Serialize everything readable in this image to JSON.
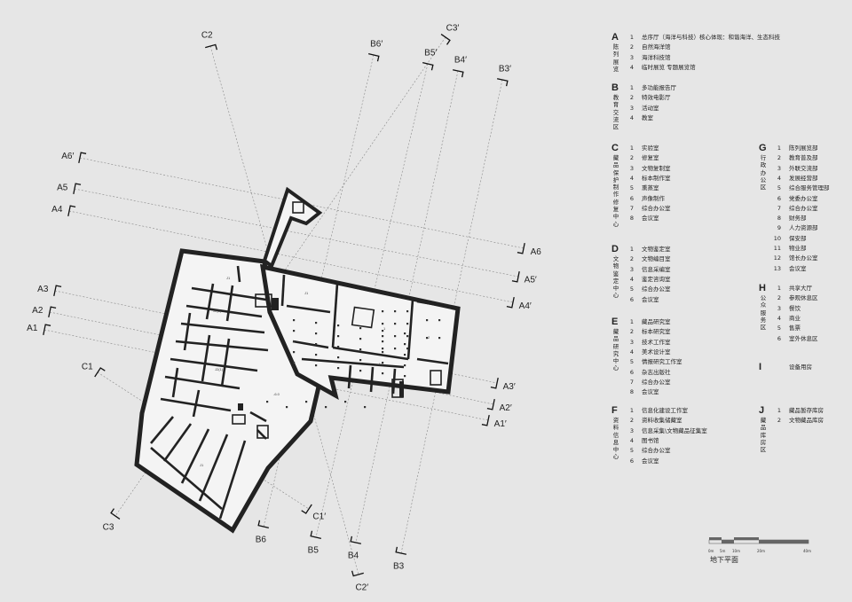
{
  "sections": [
    {
      "a": "C2",
      "b": "C2′"
    },
    {
      "a": "B6′",
      "b": "B6"
    },
    {
      "a": "C3′",
      "b": "C3"
    },
    {
      "a": "B5′",
      "b": "B5"
    },
    {
      "a": "B4′",
      "b": "B4"
    },
    {
      "a": "B3′",
      "b": "B3"
    },
    {
      "a": "A6′",
      "b": "A6"
    },
    {
      "a": "A5",
      "b": "A5′"
    },
    {
      "a": "A4",
      "b": "A4′"
    },
    {
      "a": "A3",
      "b": "A3′"
    },
    {
      "a": "A2",
      "b": "A2′"
    },
    {
      "a": "A1",
      "b": "A1′"
    },
    {
      "a": "C1",
      "b": "C1′"
    }
  ],
  "plan_labels": {
    "lbl_a": "-4.0",
    "lbl_b": "-6.0",
    "lbl_c": "J1",
    "lbl_d": "J2(2)",
    "lbl_e": "J2(1)",
    "lbl_f": "J1",
    "lbl_g": "J1",
    "lbl_h": "1",
    "lbl_i": "2"
  },
  "legend": [
    {
      "letter": "A",
      "name": "陈列展览",
      "items": [
        {
          "n": "1",
          "t": "总序厅（海洋与科技）核心体现：和谐海洋、生态科技"
        },
        {
          "n": "2",
          "t": "自然海洋馆"
        },
        {
          "n": "3",
          "t": "海洋科技馆"
        },
        {
          "n": "4",
          "t": "临时展览 专题展览馆"
        }
      ]
    },
    {
      "letter": "B",
      "name": "教育交流区",
      "items": [
        {
          "n": "1",
          "t": "多功能报告厅"
        },
        {
          "n": "2",
          "t": "特效电影厅"
        },
        {
          "n": "3",
          "t": "活动室"
        },
        {
          "n": "4",
          "t": "教室"
        }
      ]
    },
    {
      "letter": "C",
      "name": "藏品保护制作修复中心",
      "items": [
        {
          "n": "1",
          "t": "实验室"
        },
        {
          "n": "2",
          "t": "修复室"
        },
        {
          "n": "3",
          "t": "文物复制室"
        },
        {
          "n": "4",
          "t": "标本制作室"
        },
        {
          "n": "5",
          "t": "熏蒸室"
        },
        {
          "n": "6",
          "t": "声像制作"
        },
        {
          "n": "7",
          "t": "综合办公室"
        },
        {
          "n": "8",
          "t": "会议室"
        }
      ]
    },
    {
      "letter": "D",
      "name": "文物鉴定中心",
      "items": [
        {
          "n": "1",
          "t": "文物鉴定室"
        },
        {
          "n": "2",
          "t": "文物编目室"
        },
        {
          "n": "3",
          "t": "信息采编室"
        },
        {
          "n": "4",
          "t": "鉴定咨询室"
        },
        {
          "n": "5",
          "t": "综合办公室"
        },
        {
          "n": "6",
          "t": "会议室"
        }
      ]
    },
    {
      "letter": "E",
      "name": "藏品研究中心",
      "items": [
        {
          "n": "1",
          "t": "藏品研究室"
        },
        {
          "n": "2",
          "t": "标本研究室"
        },
        {
          "n": "3",
          "t": "技术工作室"
        },
        {
          "n": "4",
          "t": "美术设计室"
        },
        {
          "n": "5",
          "t": "情报研究工作室"
        },
        {
          "n": "6",
          "t": "杂志出版社"
        },
        {
          "n": "7",
          "t": "综合办公室"
        },
        {
          "n": "8",
          "t": "会议室"
        }
      ]
    },
    {
      "letter": "F",
      "name": "资料信息中心",
      "items": [
        {
          "n": "1",
          "t": "信息化建设工作室"
        },
        {
          "n": "2",
          "t": "资料收集储藏室"
        },
        {
          "n": "3",
          "t": "信息采集\\文物藏品征集室"
        },
        {
          "n": "4",
          "t": "图书馆"
        },
        {
          "n": "5",
          "t": "综合办公室"
        },
        {
          "n": "6",
          "t": "会议室"
        }
      ]
    },
    {
      "letter": "G",
      "name": "行政办公区",
      "items": [
        {
          "n": "1",
          "t": "陈列展览部"
        },
        {
          "n": "2",
          "t": "教育普及部"
        },
        {
          "n": "3",
          "t": "外联交流部"
        },
        {
          "n": "4",
          "t": "发展经营部"
        },
        {
          "n": "5",
          "t": "综合服务管理部"
        },
        {
          "n": "6",
          "t": "党委办公室"
        },
        {
          "n": "7",
          "t": "综合办公室"
        },
        {
          "n": "8",
          "t": "财务部"
        },
        {
          "n": "9",
          "t": "人力资源部"
        },
        {
          "n": "10",
          "t": "保安部"
        },
        {
          "n": "11",
          "t": "物业部"
        },
        {
          "n": "12",
          "t": "馆长办公室"
        },
        {
          "n": "13",
          "t": "会议室"
        }
      ]
    },
    {
      "letter": "H",
      "name": "公众服务区",
      "items": [
        {
          "n": "1",
          "t": "共享大厅"
        },
        {
          "n": "2",
          "t": "参观休息区"
        },
        {
          "n": "3",
          "t": "餐饮"
        },
        {
          "n": "4",
          "t": "商业"
        },
        {
          "n": "5",
          "t": "售票"
        },
        {
          "n": "6",
          "t": "室外休息区"
        }
      ]
    },
    {
      "letter": "I",
      "name": "",
      "items": [
        {
          "n": "",
          "t": "设备用房"
        }
      ]
    },
    {
      "letter": "J",
      "name": "藏品库房区",
      "items": [
        {
          "n": "1",
          "t": "藏品暂存库房"
        },
        {
          "n": "2",
          "t": "文物藏品库房"
        }
      ]
    }
  ],
  "scale": {
    "ticks": [
      "0m",
      "5m",
      "10m",
      "20m",
      "40m"
    ]
  },
  "caption": "地下平面"
}
